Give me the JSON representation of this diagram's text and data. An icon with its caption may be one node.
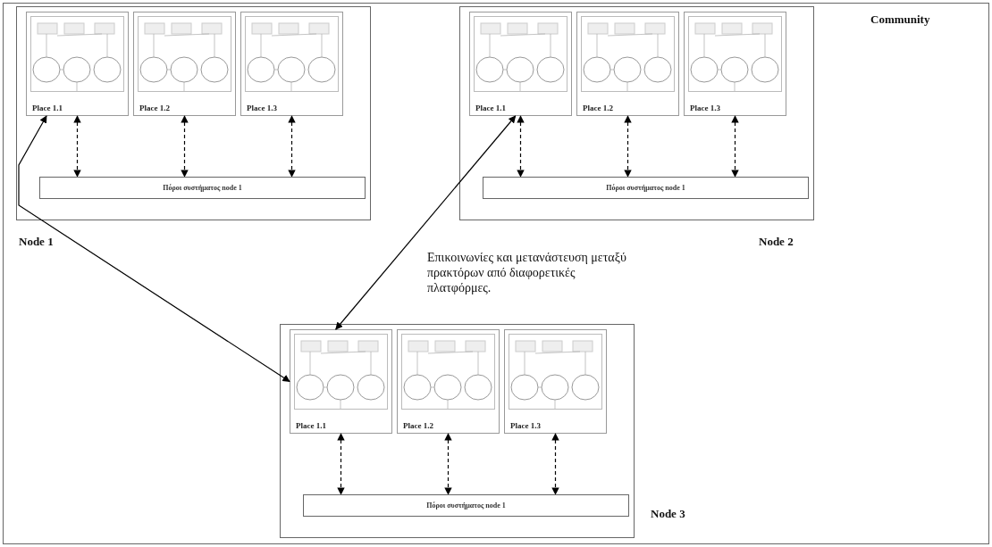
{
  "diagram": {
    "nodes": [
      {
        "text": [
          "Community"
        ]
      },
      {
        "text": [
          "Node 1"
        ],
        "in": 0
      },
      {
        "text": [
          "Place 1.1"
        ],
        "in": 1
      },
      {
        "text": [
          "Place 1.2"
        ],
        "in": 1
      },
      {
        "text": [
          "Place 1.3"
        ],
        "in": 1
      },
      {
        "text": [
          "Πόροι συστήματος node 1"
        ],
        "in": 1
      },
      {
        "text": [
          "Node 2"
        ],
        "in": 0
      },
      {
        "text": [
          "Place 1.1"
        ],
        "in": 6
      },
      {
        "text": [
          "Place 1.2"
        ],
        "in": 6
      },
      {
        "text": [
          "Place 1.3"
        ],
        "in": 6
      },
      {
        "text": [
          "Πόροι συστήματος node 1"
        ],
        "in": 6
      },
      {
        "text": [
          "Node 3"
        ],
        "in": 0
      },
      {
        "text": [
          "Place 1.1"
        ],
        "in": 11
      },
      {
        "text": [
          "Place 1.2"
        ],
        "in": 11
      },
      {
        "text": [
          "Place 1.3"
        ],
        "in": 11
      },
      {
        "text": [
          "Πόροι συστήματος node 1"
        ],
        "in": 11
      }
    ],
    "edges": [
      {
        "from": 2,
        "to": 5,
        "arrow": "both",
        "style": "dashed"
      },
      {
        "from": 3,
        "to": 5,
        "arrow": "both",
        "style": "dashed"
      },
      {
        "from": 4,
        "to": 5,
        "arrow": "both",
        "style": "dashed"
      },
      {
        "from": 7,
        "to": 10,
        "arrow": "both",
        "style": "dashed"
      },
      {
        "from": 8,
        "to": 10,
        "arrow": "both",
        "style": "dashed"
      },
      {
        "from": 9,
        "to": 10,
        "arrow": "both",
        "style": "dashed"
      },
      {
        "from": 12,
        "to": 15,
        "arrow": "both",
        "style": "dashed"
      },
      {
        "from": 13,
        "to": 15,
        "arrow": "both",
        "style": "dashed"
      },
      {
        "from": 14,
        "to": 15,
        "arrow": "both",
        "style": "dashed"
      },
      {
        "from": 12,
        "to": 2,
        "arrow": "both"
      },
      {
        "from": 12,
        "to": 7,
        "arrow": "both"
      }
    ],
    "labels": [
      "Επικοινωνίες και μετανάστευση μεταξύ πρακτόρων από διαφορετικές πλατφόρμες."
    ]
  }
}
